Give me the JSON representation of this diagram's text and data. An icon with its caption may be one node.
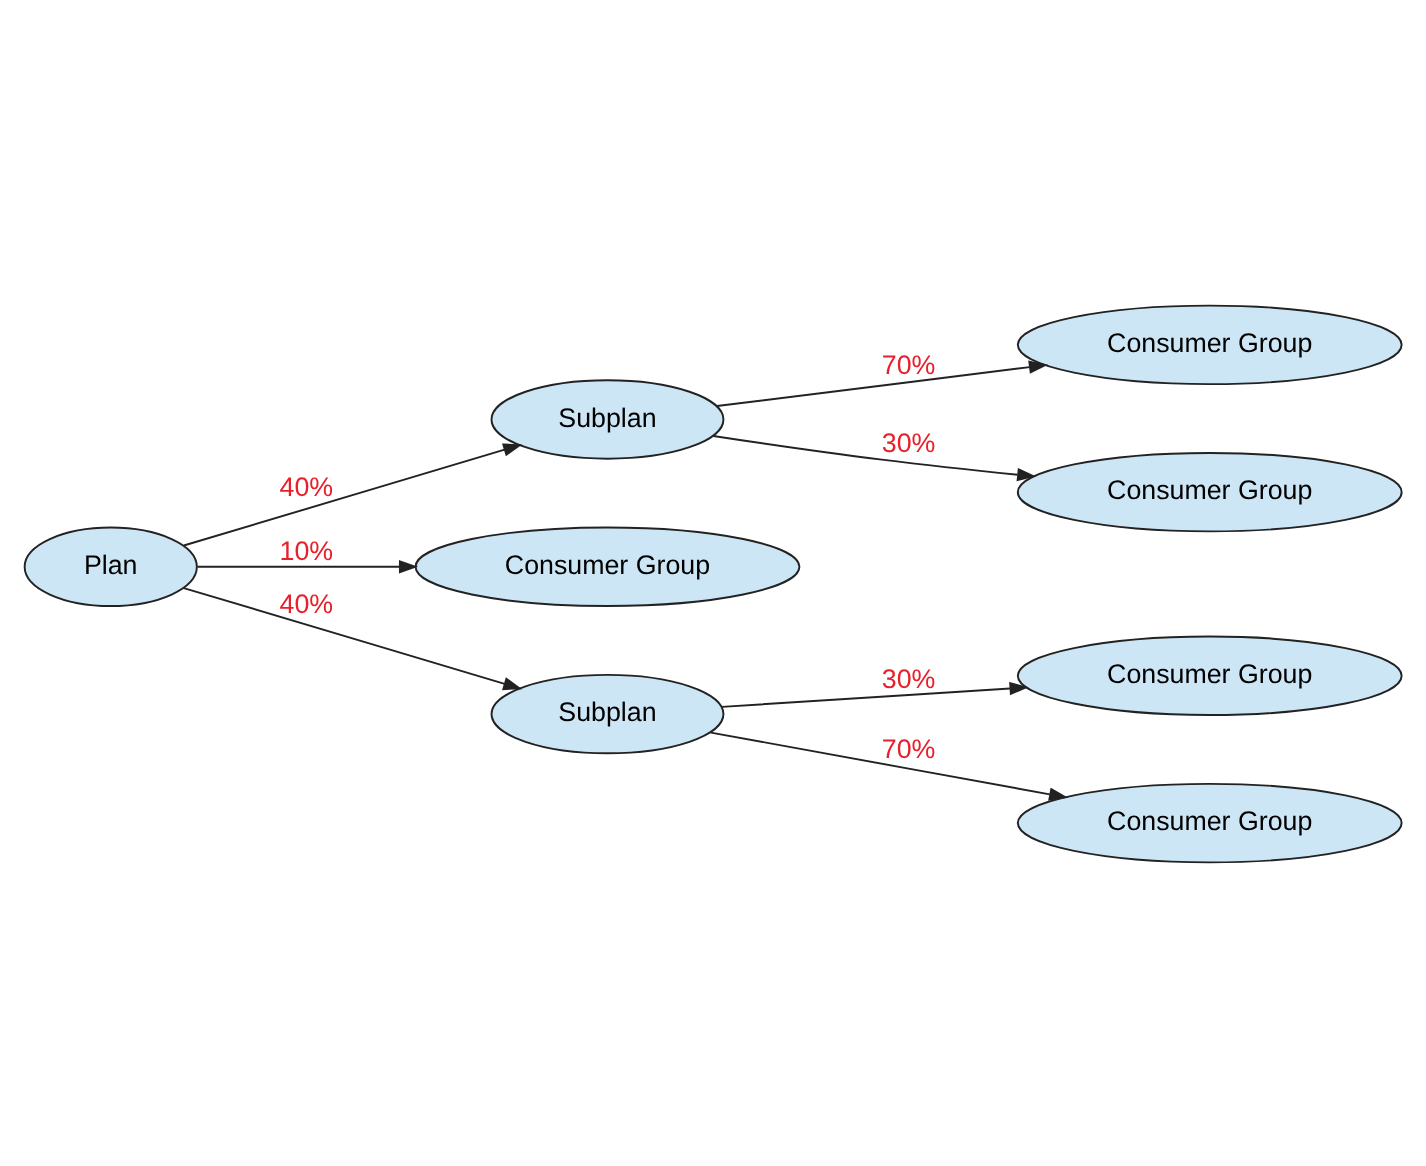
{
  "diagram": {
    "nodes": [
      {
        "text": [
          "Plan"
        ]
      },
      {
        "text": [
          "Subplan"
        ]
      },
      {
        "text": [
          "Consumer Group"
        ]
      },
      {
        "text": [
          "Consumer Group"
        ]
      },
      {
        "text": [
          "Consumer Group"
        ]
      },
      {
        "text": [
          "Subplan"
        ]
      },
      {
        "text": [
          "Consumer Group"
        ]
      },
      {
        "text": [
          "Consumer Group"
        ]
      }
    ],
    "edges": [
      {
        "from": 0,
        "to": 1,
        "arrow": "to",
        "label": "40%"
      },
      {
        "from": 0,
        "to": 4,
        "arrow": "to",
        "label": "10%"
      },
      {
        "from": 0,
        "to": 5,
        "arrow": "to",
        "label": "40%"
      },
      {
        "from": 1,
        "to": 2,
        "arrow": "to",
        "label": "70%"
      },
      {
        "from": 1,
        "to": 3,
        "arrow": "to",
        "label": "30%"
      },
      {
        "from": 5,
        "to": 6,
        "arrow": "to",
        "label": "30%"
      },
      {
        "from": 5,
        "to": 7,
        "arrow": "to",
        "label": "70%"
      }
    ]
  }
}
